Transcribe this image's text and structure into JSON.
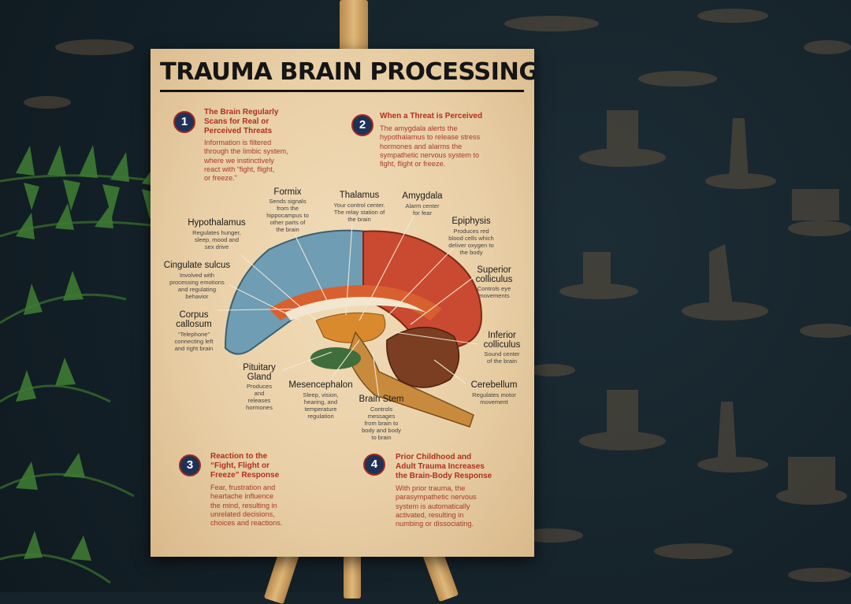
{
  "poster": {
    "title": "TRAUMA BRAIN PROCESSING",
    "sections": [
      {
        "number": "1",
        "heading": "The Brain Regularly\nScans for Real or\nPerceived Threats",
        "body": "Information is filtered\nthrough the limbic system,\nwhere we instinctively\nreact with “fight, flight,\nor freeze.”"
      },
      {
        "number": "2",
        "heading": "When a Threat is Perceived",
        "body": "The amygdala alerts the\nhypothalamus to release stress\nhormones and alarms the\nsympathetic nervous system to\nfight, flight or freeze."
      },
      {
        "number": "3",
        "heading": "Reaction to the\n“Fight, Flight or\nFreeze” Response",
        "body": "Fear, frustration and\nheartache influence\nthe mind, resulting in\nunrelated decisions,\nchoices and reactions."
      },
      {
        "number": "4",
        "heading": "Prior Childhood and\nAdult Trauma Increases\nthe Brain-Body Response",
        "body": "With prior trauma, the\nparasympathetic nervous\nsystem is automatically\nactivated, resulting in\nnumbing or dissociating."
      }
    ],
    "labels": {
      "fornix": {
        "name": "Formix",
        "desc": "Sends signals\nfrom the\nhippocampus to\nother parts of\nthe brain"
      },
      "thalamus": {
        "name": "Thalamus",
        "desc": "Your control center.\nThe relay station of\nthe brain"
      },
      "amygdala": {
        "name": "Amygdala",
        "desc": "Alarm center\nfor fear"
      },
      "hypothalamus": {
        "name": "Hypothalamus",
        "desc": "Regulates hunger,\nsleep, mood and\nsex drive"
      },
      "epiphysis": {
        "name": "Epiphysis",
        "desc": "Produces red\nblood cells which\ndeliver oxygen to\nthe body"
      },
      "cingulate": {
        "name": "Cingulate sulcus",
        "desc": "Involved with\nprocessing emotions\nand regulating\nbehavior"
      },
      "superior": {
        "name": "Superior\ncolliculus",
        "desc": "Controls eye\nmovements"
      },
      "corpus": {
        "name": "Corpus\ncallosum",
        "desc": "“Telephone”\nconnecting left\nand right brain"
      },
      "inferior": {
        "name": "Inferior\ncolliculus",
        "desc": "Sound center\nof the brain"
      },
      "pituitary": {
        "name": "Pituitary\nGland",
        "desc": "Produces\nand\nreleases\nhormones"
      },
      "cerebellum": {
        "name": "Cerebellum",
        "desc": "Regulates motor\nmovement"
      },
      "mesencephalon": {
        "name": "Mesencephalon",
        "desc": "Sleep, vision,\nhearing, and\ntemperature\nregulation"
      },
      "brainstem": {
        "name": "Brain Stem",
        "desc": "Controls\nmessages\nfrom brain to\nbody and body\nto brain"
      }
    }
  },
  "colors": {
    "wall": "#16232a",
    "paper": "#ecd5ae",
    "accent_red": "#b0301f",
    "badge_navy": "#1f3157",
    "brain_blue": "#6f9db3",
    "brain_red": "#c94a30",
    "brain_orange": "#d98a2c",
    "cerebellum": "#7b3e22"
  }
}
